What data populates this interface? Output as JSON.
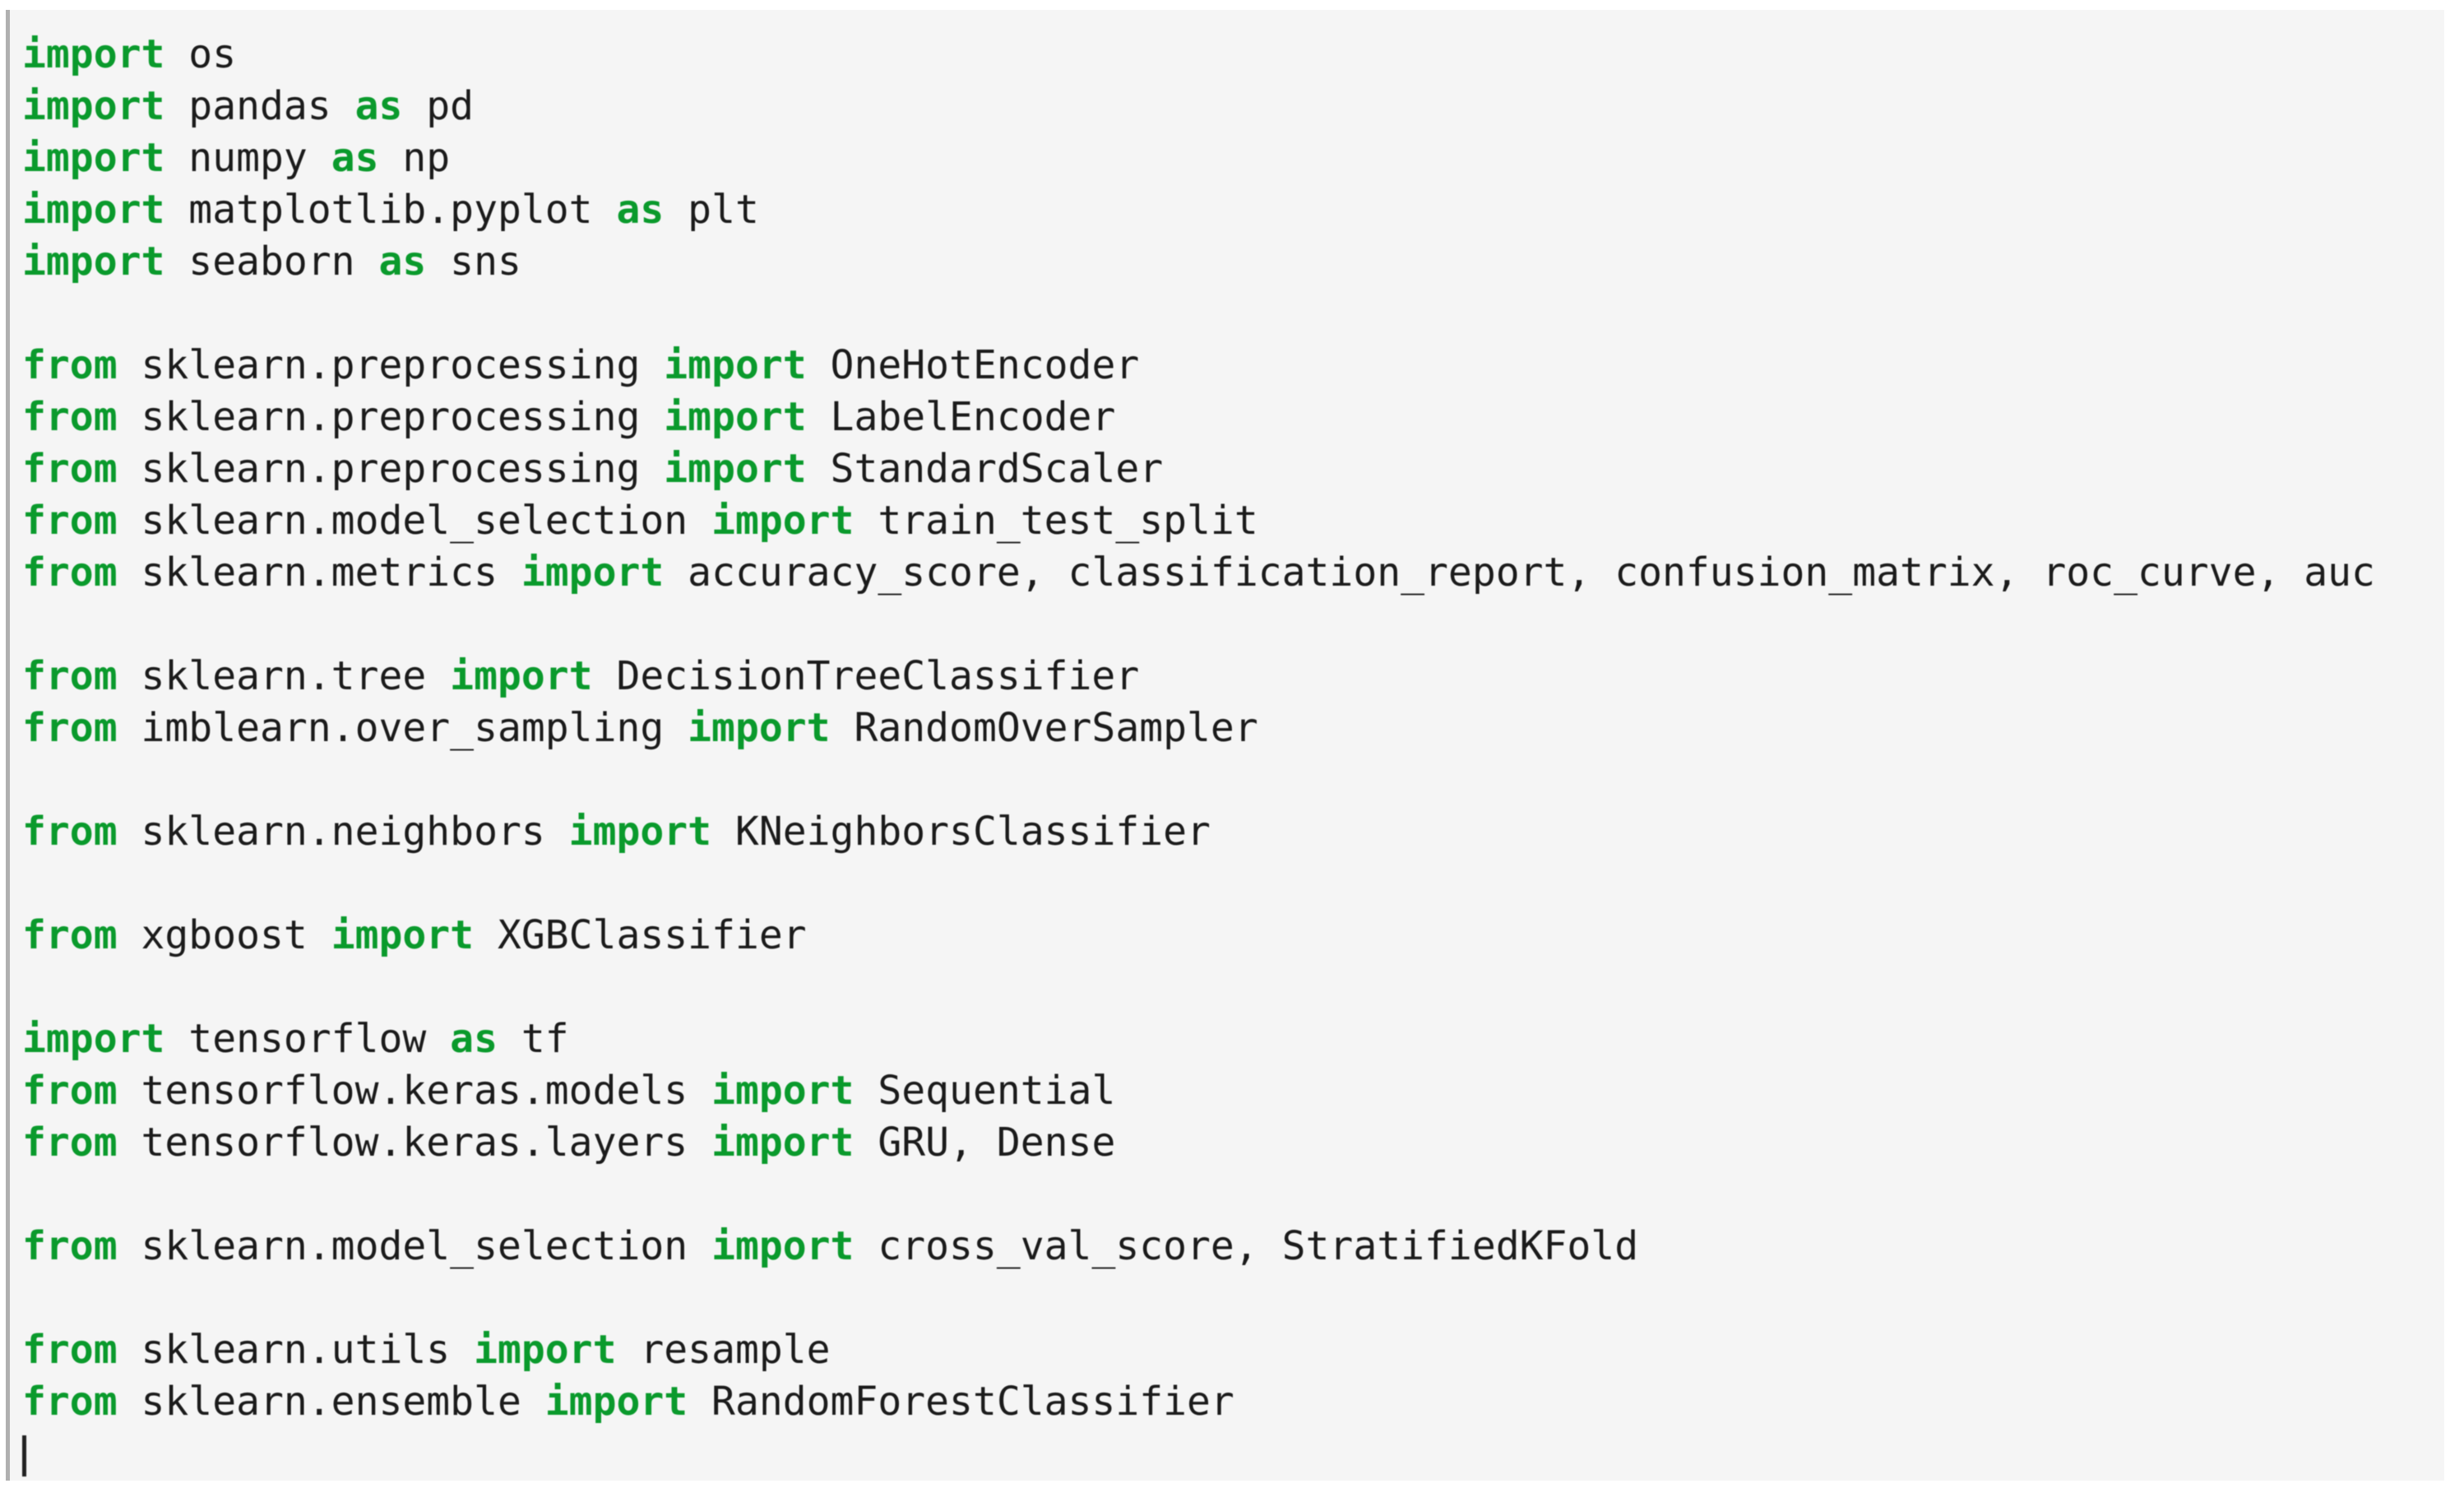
{
  "editor": {
    "kind": "code-cell",
    "language": "python",
    "colors": {
      "page_background": "#ffffff",
      "cell_background": "#f5f5f5",
      "cell_border": "#b0b0b0",
      "keyword": "#0a9a2c",
      "text": "#1b1b1b",
      "cursor": "#222222"
    },
    "keywords": [
      "import",
      "from",
      "as"
    ],
    "cursor": {
      "visible": true,
      "line_index": 27,
      "column": 0
    },
    "lines": [
      "import os",
      "import pandas as pd",
      "import numpy as np",
      "import matplotlib.pyplot as plt",
      "import seaborn as sns",
      "",
      "from sklearn.preprocessing import OneHotEncoder",
      "from sklearn.preprocessing import LabelEncoder",
      "from sklearn.preprocessing import StandardScaler",
      "from sklearn.model_selection import train_test_split",
      "from sklearn.metrics import accuracy_score, classification_report, confusion_matrix, roc_curve, auc",
      "",
      "from sklearn.tree import DecisionTreeClassifier",
      "from imblearn.over_sampling import RandomOverSampler",
      "",
      "from sklearn.neighbors import KNeighborsClassifier",
      "",
      "from xgboost import XGBClassifier",
      "",
      "import tensorflow as tf",
      "from tensorflow.keras.models import Sequential",
      "from tensorflow.keras.layers import GRU, Dense",
      "",
      "from sklearn.model_selection import cross_val_score, StratifiedKFold",
      "",
      "from sklearn.utils import resample",
      "from sklearn.ensemble import RandomForestClassifier",
      ""
    ]
  }
}
